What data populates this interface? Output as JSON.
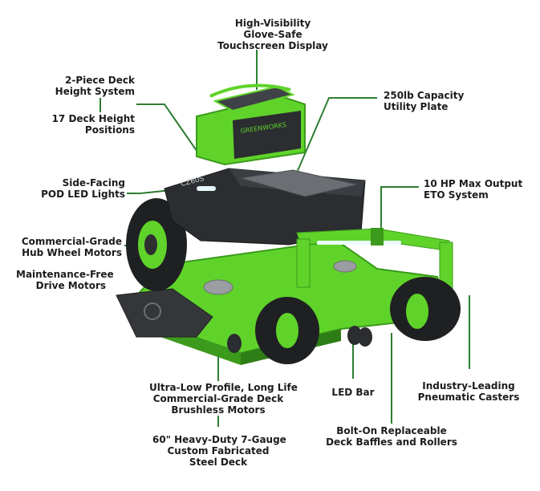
{
  "callouts": {
    "touchscreen": [
      "High-Visibility",
      "Glove-Safe",
      "Touchscreen Display"
    ],
    "deck_height": [
      "2-Piece Deck",
      "Height System"
    ],
    "deck_positions": [
      "17 Deck Height",
      "Positions"
    ],
    "utility_plate": [
      "250lb Capacity",
      "Utility Plate"
    ],
    "pod_lights": [
      "Side-Facing",
      "POD LED Lights"
    ],
    "eto_system": [
      "10 HP Max Output",
      "ETO System"
    ],
    "hub_motors": [
      "Commercial-Grade",
      "Hub Wheel Motors"
    ],
    "drive_motors": [
      "Maintenance-Free",
      "Drive Motors"
    ],
    "brushless": [
      "Ultra-Low Profile, Long Life",
      "Commercial-Grade Deck",
      "Brushless Motors"
    ],
    "led_bar": [
      "LED Bar"
    ],
    "casters": [
      "Industry-Leading",
      "Pneumatic Casters"
    ],
    "baffles": [
      "Bolt-On Replaceable",
      "Deck Baffles and Rollers"
    ],
    "steel_deck": [
      "60\" Heavy-Duty 7-Gauge",
      "Custom Fabricated",
      "Steel Deck"
    ]
  },
  "branding": {
    "console_logo": "GREENWORKS",
    "side_badge": "CZ60S"
  },
  "colors": {
    "green": "#5fd32a",
    "dark_green": "#3c9a1c",
    "leader_line": "#2e7d32",
    "body_dark": "#2b2d30",
    "tire": "#1f2022"
  }
}
